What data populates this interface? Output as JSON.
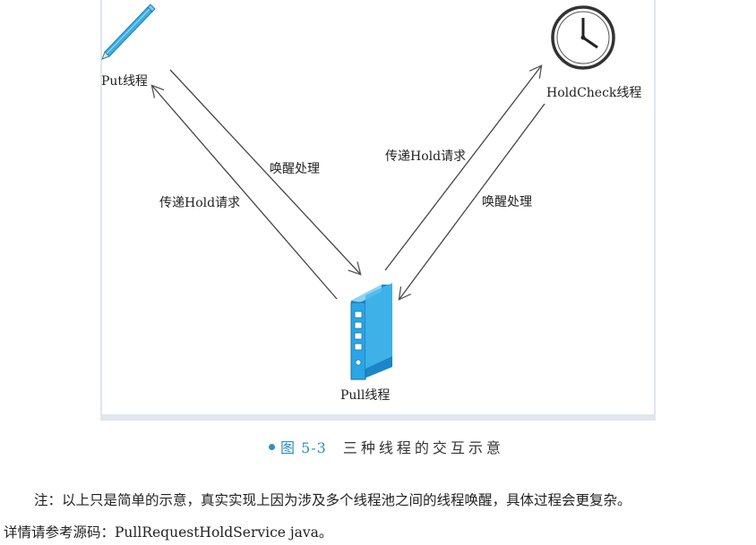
{
  "nodes": {
    "put_label": "Put线程",
    "holdcheck_label": "HoldCheck线程",
    "pull_label": "Pull线程"
  },
  "edges": {
    "put_to_pull": "唤醒处理",
    "pull_to_put": "传递Hold请求",
    "pull_to_holdcheck": "传递Hold请求",
    "holdcheck_to_pull": "唤醒处理"
  },
  "caption": {
    "number": "图 5-3",
    "title": "三种线程的交互示意"
  },
  "note": {
    "line1": "注：以上只是简单的示意，真实实现上因为涉及多个线程池之间的线程唤醒，具体过程会更复杂。",
    "line2": "详情请参考源码：PullRequestHoldService java。"
  },
  "colors": {
    "accent": "#2c8fc6",
    "icon_blue": "#29a6e6",
    "frame": "#dfe7ee"
  },
  "icons": [
    "pencil-icon",
    "clock-icon",
    "binder-icon"
  ]
}
